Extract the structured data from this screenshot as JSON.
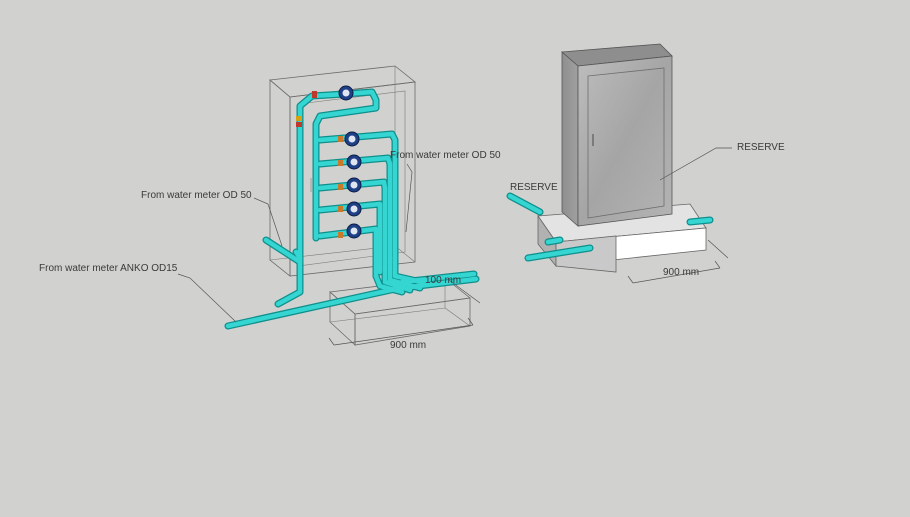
{
  "labels": {
    "od50_left": "From water meter OD 50",
    "anko": "From water meter ANKO OD15",
    "od50_mid": "From water meter OD 50",
    "reserve_mid": "RESERVE",
    "reserve_right": "RESERVE",
    "dim_left_depth": "100 mm",
    "dim_left_width": "900 mm",
    "dim_right_width": "900 mm"
  },
  "colors": {
    "background": "#d1d1cf",
    "pipe": "#35d6d2",
    "pipe_edge": "#0f8f8c",
    "meter": "#1f3f86",
    "cabinet": "#a9a9a9"
  },
  "meters": {
    "count": 6
  }
}
